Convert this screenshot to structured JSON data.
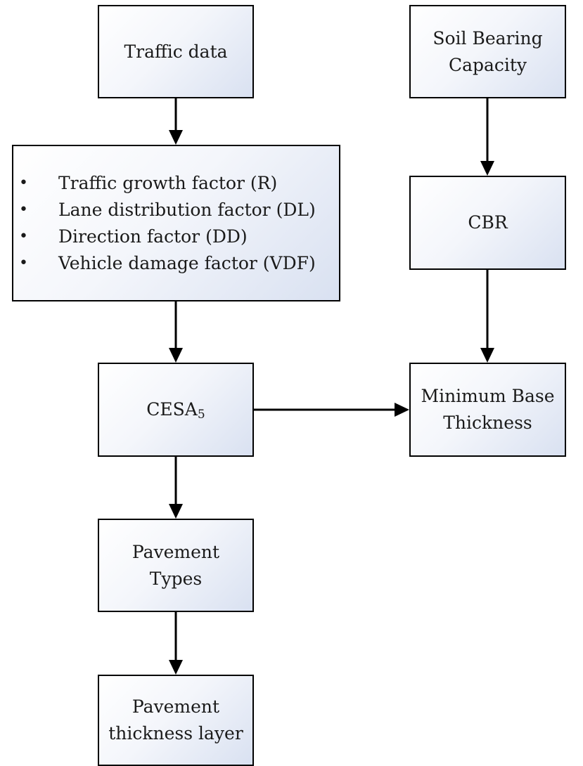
{
  "nodes": {
    "traffic_data": {
      "label": "Traffic data"
    },
    "soil_bearing": {
      "line1": "Soil Bearing",
      "line2": "Capacity"
    },
    "factors": {
      "bullet": "•",
      "items": [
        "Traffic growth factor (R)",
        "Lane distribution factor (DL)",
        "Direction factor (DD)",
        "Vehicle damage factor (VDF)"
      ]
    },
    "cbr": {
      "label": "CBR"
    },
    "cesa": {
      "label": "CESA",
      "subscript": "5"
    },
    "min_base": {
      "line1": "Minimum Base",
      "line2": "Thickness"
    },
    "pavement_types": {
      "line1": "Pavement",
      "line2": "Types"
    },
    "pavement_layer": {
      "line1": "Pavement",
      "line2": "thickness layer"
    }
  },
  "edges": [
    {
      "from": "traffic_data",
      "to": "factors"
    },
    {
      "from": "factors",
      "to": "cesa"
    },
    {
      "from": "cesa",
      "to": "pavement_types"
    },
    {
      "from": "pavement_types",
      "to": "pavement_layer"
    },
    {
      "from": "soil_bearing",
      "to": "cbr"
    },
    {
      "from": "cbr",
      "to": "min_base"
    },
    {
      "from": "cesa",
      "to": "min_base"
    }
  ]
}
